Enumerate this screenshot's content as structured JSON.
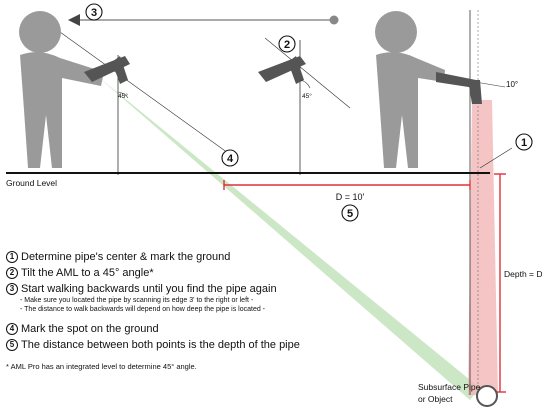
{
  "labels": {
    "ground": "Ground Level",
    "angle_tilt_left": "45°",
    "angle_tilt_mid": "45°",
    "angle_level": "10°",
    "distance": "D = 10'",
    "depth": "Depth = D",
    "pipe": "Subsurface Pipe",
    "pipe2": "or Object"
  },
  "badges": {
    "one": "1",
    "two": "2",
    "three": "3",
    "four": "4",
    "five": "5"
  },
  "steps": [
    {
      "num": "1",
      "text": "Determine pipe's center & mark the ground"
    },
    {
      "num": "2",
      "text": "Tilt the AML to a 45° angle*"
    },
    {
      "num": "3",
      "text": "Start walking backwards until you find the pipe again",
      "note1": "- Make sure you located the pipe by scanning its edge 3' to the right or left -",
      "note2": "- The distance to walk backwards will depend on how deep the pipe is located -"
    },
    {
      "num": "4",
      "text": "Mark the spot on the ground"
    },
    {
      "num": "5",
      "text": "The distance between both points is the depth of the pipe"
    }
  ],
  "footnote": "* AML Pro has an integrated level to determine 45° angle.",
  "colors": {
    "beam_green": "#b9ddb0",
    "beam_red": "#f2b5b5",
    "measure_red": "#e0303a",
    "figure_gray": "#9a9a9a"
  }
}
